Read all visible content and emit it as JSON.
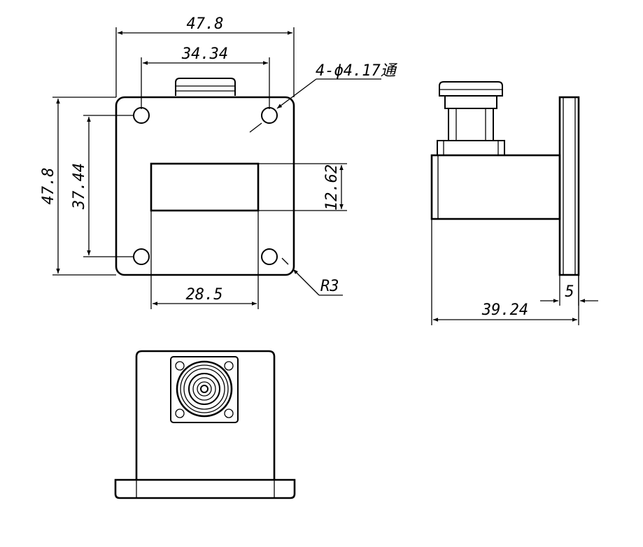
{
  "dimensions": {
    "flange_width": "47.8",
    "hole_spacing_h": "34.34",
    "holes_note": "4-ϕ4.17通",
    "flange_height": "47.8",
    "hole_spacing_v": "37.44",
    "slot_height": "12.62",
    "slot_width": "28.5",
    "corner_radius": "R3",
    "flange_thickness": "5",
    "overall_length": "39.24"
  }
}
